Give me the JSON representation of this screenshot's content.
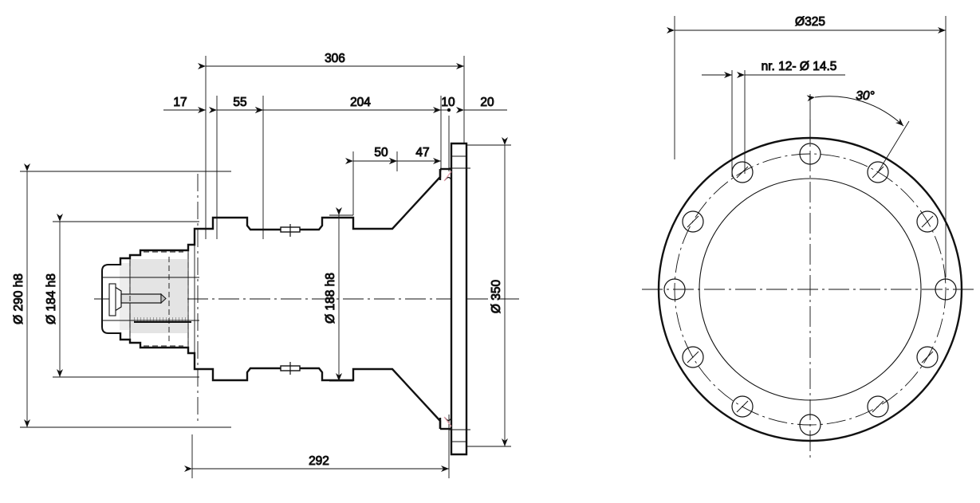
{
  "drawing": {
    "title": "Flange mounted gearbox / motor adapter — technical drawing",
    "line_color": "#111111",
    "fill_color": "#e2e2e2",
    "accent_color": "#e29ca8",
    "views": {
      "section": {
        "name": "longitudinal-section-view"
      },
      "front": {
        "name": "front-circular-view"
      }
    }
  },
  "dimensions": {
    "top_chain": [
      {
        "id": "d17",
        "label": "17"
      },
      {
        "id": "d55",
        "label": "55"
      },
      {
        "id": "d204",
        "label": "204"
      },
      {
        "id": "d10",
        "label": "10"
      },
      {
        "id": "d20",
        "label": "20"
      }
    ],
    "overall_top": {
      "id": "d306",
      "label": "306"
    },
    "mid_chain": [
      {
        "id": "d50",
        "label": "50"
      },
      {
        "id": "d47",
        "label": "47"
      }
    ],
    "bottom": {
      "id": "d292",
      "label": "292"
    },
    "vertical_left": [
      {
        "id": "d290",
        "label": "Ø 290 h8"
      },
      {
        "id": "d184",
        "label": "Ø 184 h8"
      }
    ],
    "vertical_mid": {
      "id": "d188",
      "label": "Ø 188 h8"
    },
    "vertical_right": {
      "id": "d350",
      "label": "Ø 350"
    }
  },
  "front_view": {
    "outer_diameter": {
      "id": "d325",
      "label": "Ø325"
    },
    "hole_callout": {
      "id": "holes",
      "label": "nr. 12- Ø 14.5"
    },
    "angle": {
      "id": "ang30",
      "label": "30°"
    },
    "hole_count": 12,
    "hole_pitch_deg": 30
  }
}
